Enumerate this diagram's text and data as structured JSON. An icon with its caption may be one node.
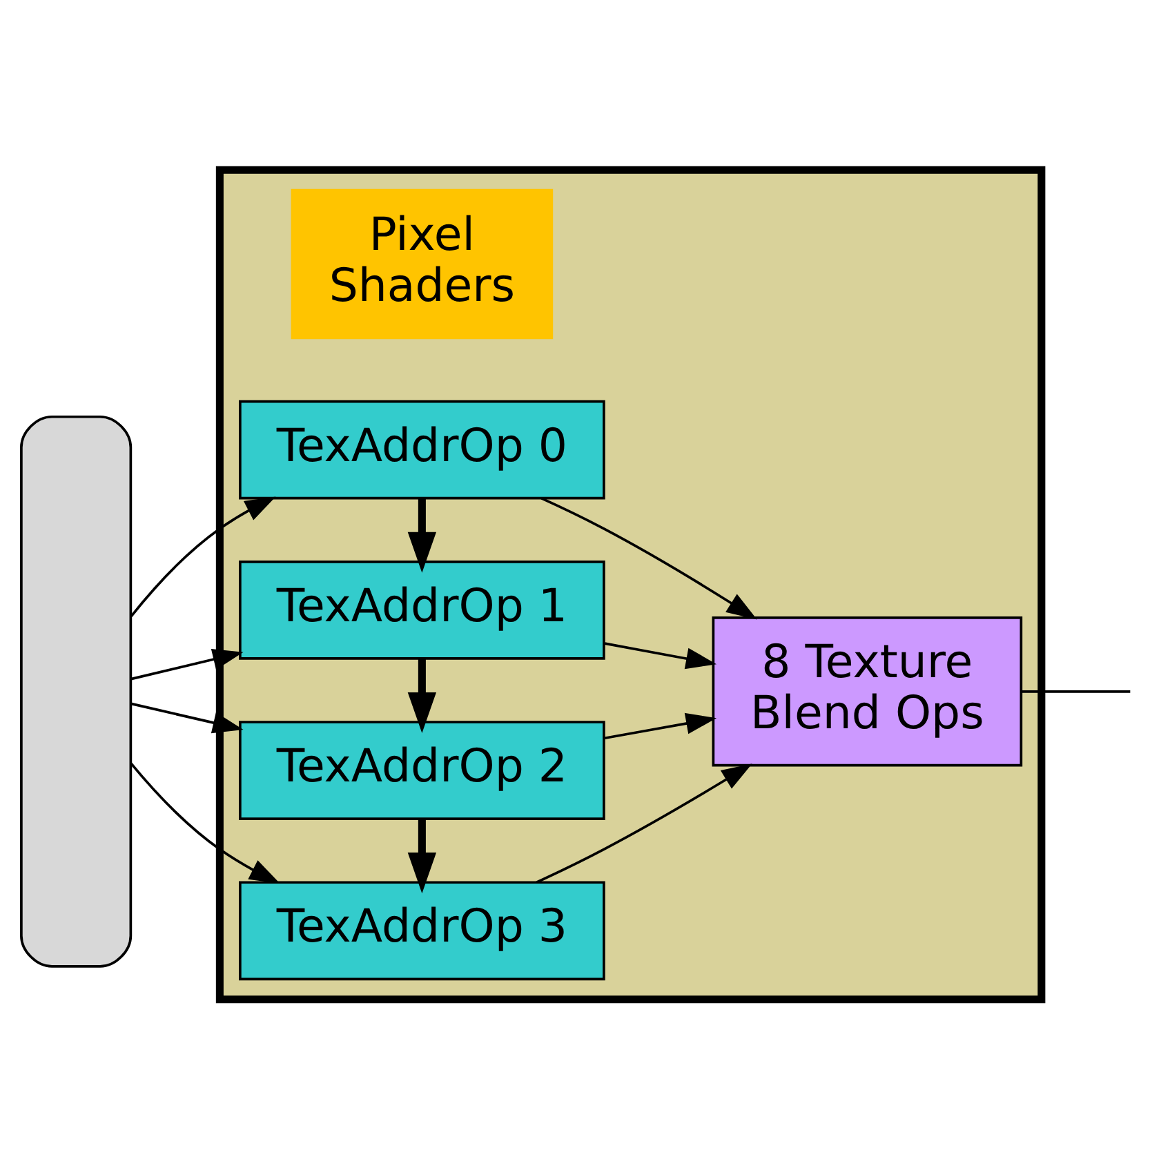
{
  "diagram": {
    "nodes": [
      {
        "text": [],
        "shape": "box"
      },
      {
        "text": [],
        "shape": "box"
      },
      {
        "text": [
          "Pixel Shaders"
        ],
        "in": 1
      },
      {
        "text": [
          "TexAddrOp 0"
        ],
        "in": 1
      },
      {
        "text": [
          "TexAddrOp 1"
        ],
        "in": 1
      },
      {
        "text": [
          "TexAddrOp 2"
        ],
        "in": 1
      },
      {
        "text": [
          "TexAddrOp 3"
        ],
        "in": 1
      },
      {
        "text": [
          "8 Texture Blend Ops"
        ],
        "in": 1
      }
    ],
    "edges": [
      {
        "from": 0,
        "to": 3,
        "arrow": "to"
      },
      {
        "from": 0,
        "to": 4,
        "arrow": "to"
      },
      {
        "from": 0,
        "to": 5,
        "arrow": "to"
      },
      {
        "from": 0,
        "to": 6,
        "arrow": "to"
      },
      {
        "from": 3,
        "to": 4,
        "arrow": "to",
        "style": "thick"
      },
      {
        "from": 4,
        "to": 5,
        "arrow": "to",
        "style": "thick"
      },
      {
        "from": 5,
        "to": 6,
        "arrow": "to",
        "style": "thick"
      },
      {
        "from": 3,
        "to": 7,
        "arrow": "to"
      },
      {
        "from": 4,
        "to": 7,
        "arrow": "to"
      },
      {
        "from": 5,
        "to": 7,
        "arrow": "to"
      },
      {
        "from": 6,
        "to": 7,
        "arrow": "to"
      },
      {
        "from": 7,
        "to": null,
        "arrow": "none"
      }
    ]
  }
}
